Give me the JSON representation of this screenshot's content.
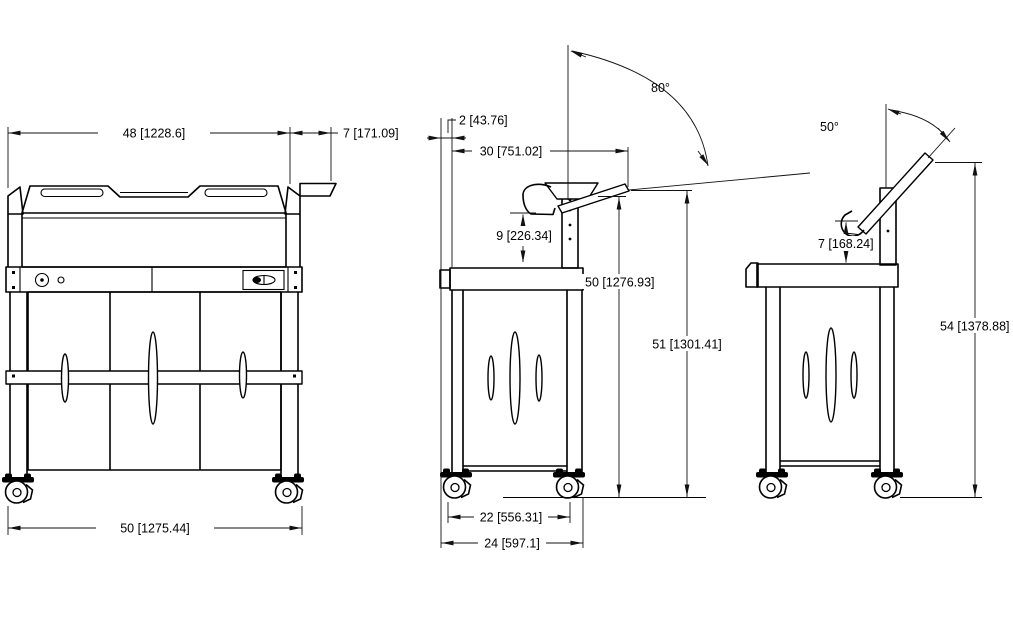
{
  "drawing": {
    "type": "technical-dimension-drawing",
    "line_color": "#000000",
    "background": "#ffffff",
    "views": {
      "front": {
        "label": "front-view",
        "dims": {
          "width_top": "48 [1228.6]",
          "side_shelf": "7 [171.09]",
          "width_overall": "50 [1275.44]"
        }
      },
      "side_open_80": {
        "label": "side-view-lid-open-80",
        "dims": {
          "rear_offset": "2 [43.76]",
          "lid_reach": "30 [751.02]",
          "lid_angle": "80°",
          "handle_drop": "9 [226.34]",
          "worktop_height": "50 [1276.93]",
          "lid_height": "51 [1301.41]",
          "caster_track": "22 [556.31]",
          "depth_overall": "24 [597.1]"
        }
      },
      "side_open_50": {
        "label": "side-view-lid-open-50",
        "dims": {
          "lid_angle": "50°",
          "handle_rise": "7 [168.24]",
          "height_overall": "54 [1378.88]"
        }
      }
    }
  }
}
